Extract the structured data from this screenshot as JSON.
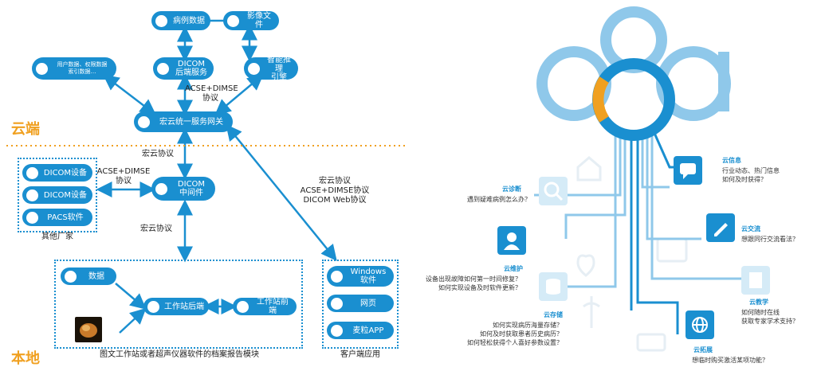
{
  "left": {
    "region_cloud": "云端",
    "region_local": "本地",
    "nodes": {
      "case_data": "病例数据",
      "image_file": "影像文件",
      "user_data": "用户数据、权限数据\n索引数据…",
      "dicom_backend": "DICOM\n后端服务",
      "ai_engine": "智能推理\n引擎",
      "gateway": "宏云统一服务网关",
      "dicom_dev1": "DICOM设备",
      "dicom_dev2": "DICOM设备",
      "pacs": "PACS软件",
      "dicom_mw": "DICOM\n中间件",
      "data": "数据",
      "ws_back": "工作站后端",
      "ws_front": "工作站前端",
      "windows": "Windows\n软件",
      "web": "网页",
      "app": "麦粒APP"
    },
    "labels": {
      "acse_dimse_top": "ACSE+DIMSE\n协议",
      "hongyun1": "宏云协议",
      "acse_dimse_left": "ACSE+DIMSE\n协议",
      "hongyun2": "宏云协议",
      "right_protocols": "宏云协议\nACSE+DIMSE协议\nDICOM Web协议",
      "other_vendors": "其他厂家",
      "archive_module": "图文工作站或者超声仪器软件的档案报告模块",
      "client_apps": "客户端应用"
    }
  },
  "right": {
    "items": [
      {
        "title": "云诊断",
        "text": "遇到疑难病例怎么办？",
        "icon": "magnifier-heart-icon"
      },
      {
        "title": "云信息",
        "text": "行业动态、热门信息\n如何及时获得？",
        "icon": "chat-bubble-icon"
      },
      {
        "title": "云维护",
        "text": "设备出现故障如何第一时间修复？\n如何实现设备及时软件更新？",
        "icon": "doctor-icon"
      },
      {
        "title": "云交流",
        "text": "想跟同行交流看法？",
        "icon": "pen-icon"
      },
      {
        "title": "云存储",
        "text": "如何实现病历海量存储？\n如何及时获取患者历史病历？\n如何轻松获得个人喜好参数设置？",
        "icon": "database-icon"
      },
      {
        "title": "云教学",
        "text": "如何随时在线\n获取专家学术支持？",
        "icon": "book-icon"
      },
      {
        "title": "云拓展",
        "text": "想临时购买激活某项功能？",
        "icon": "globe-icon"
      }
    ],
    "colors": {
      "blue": "#1a8fd0",
      "light_blue": "#8fc8ea",
      "orange": "#f0a020"
    }
  }
}
